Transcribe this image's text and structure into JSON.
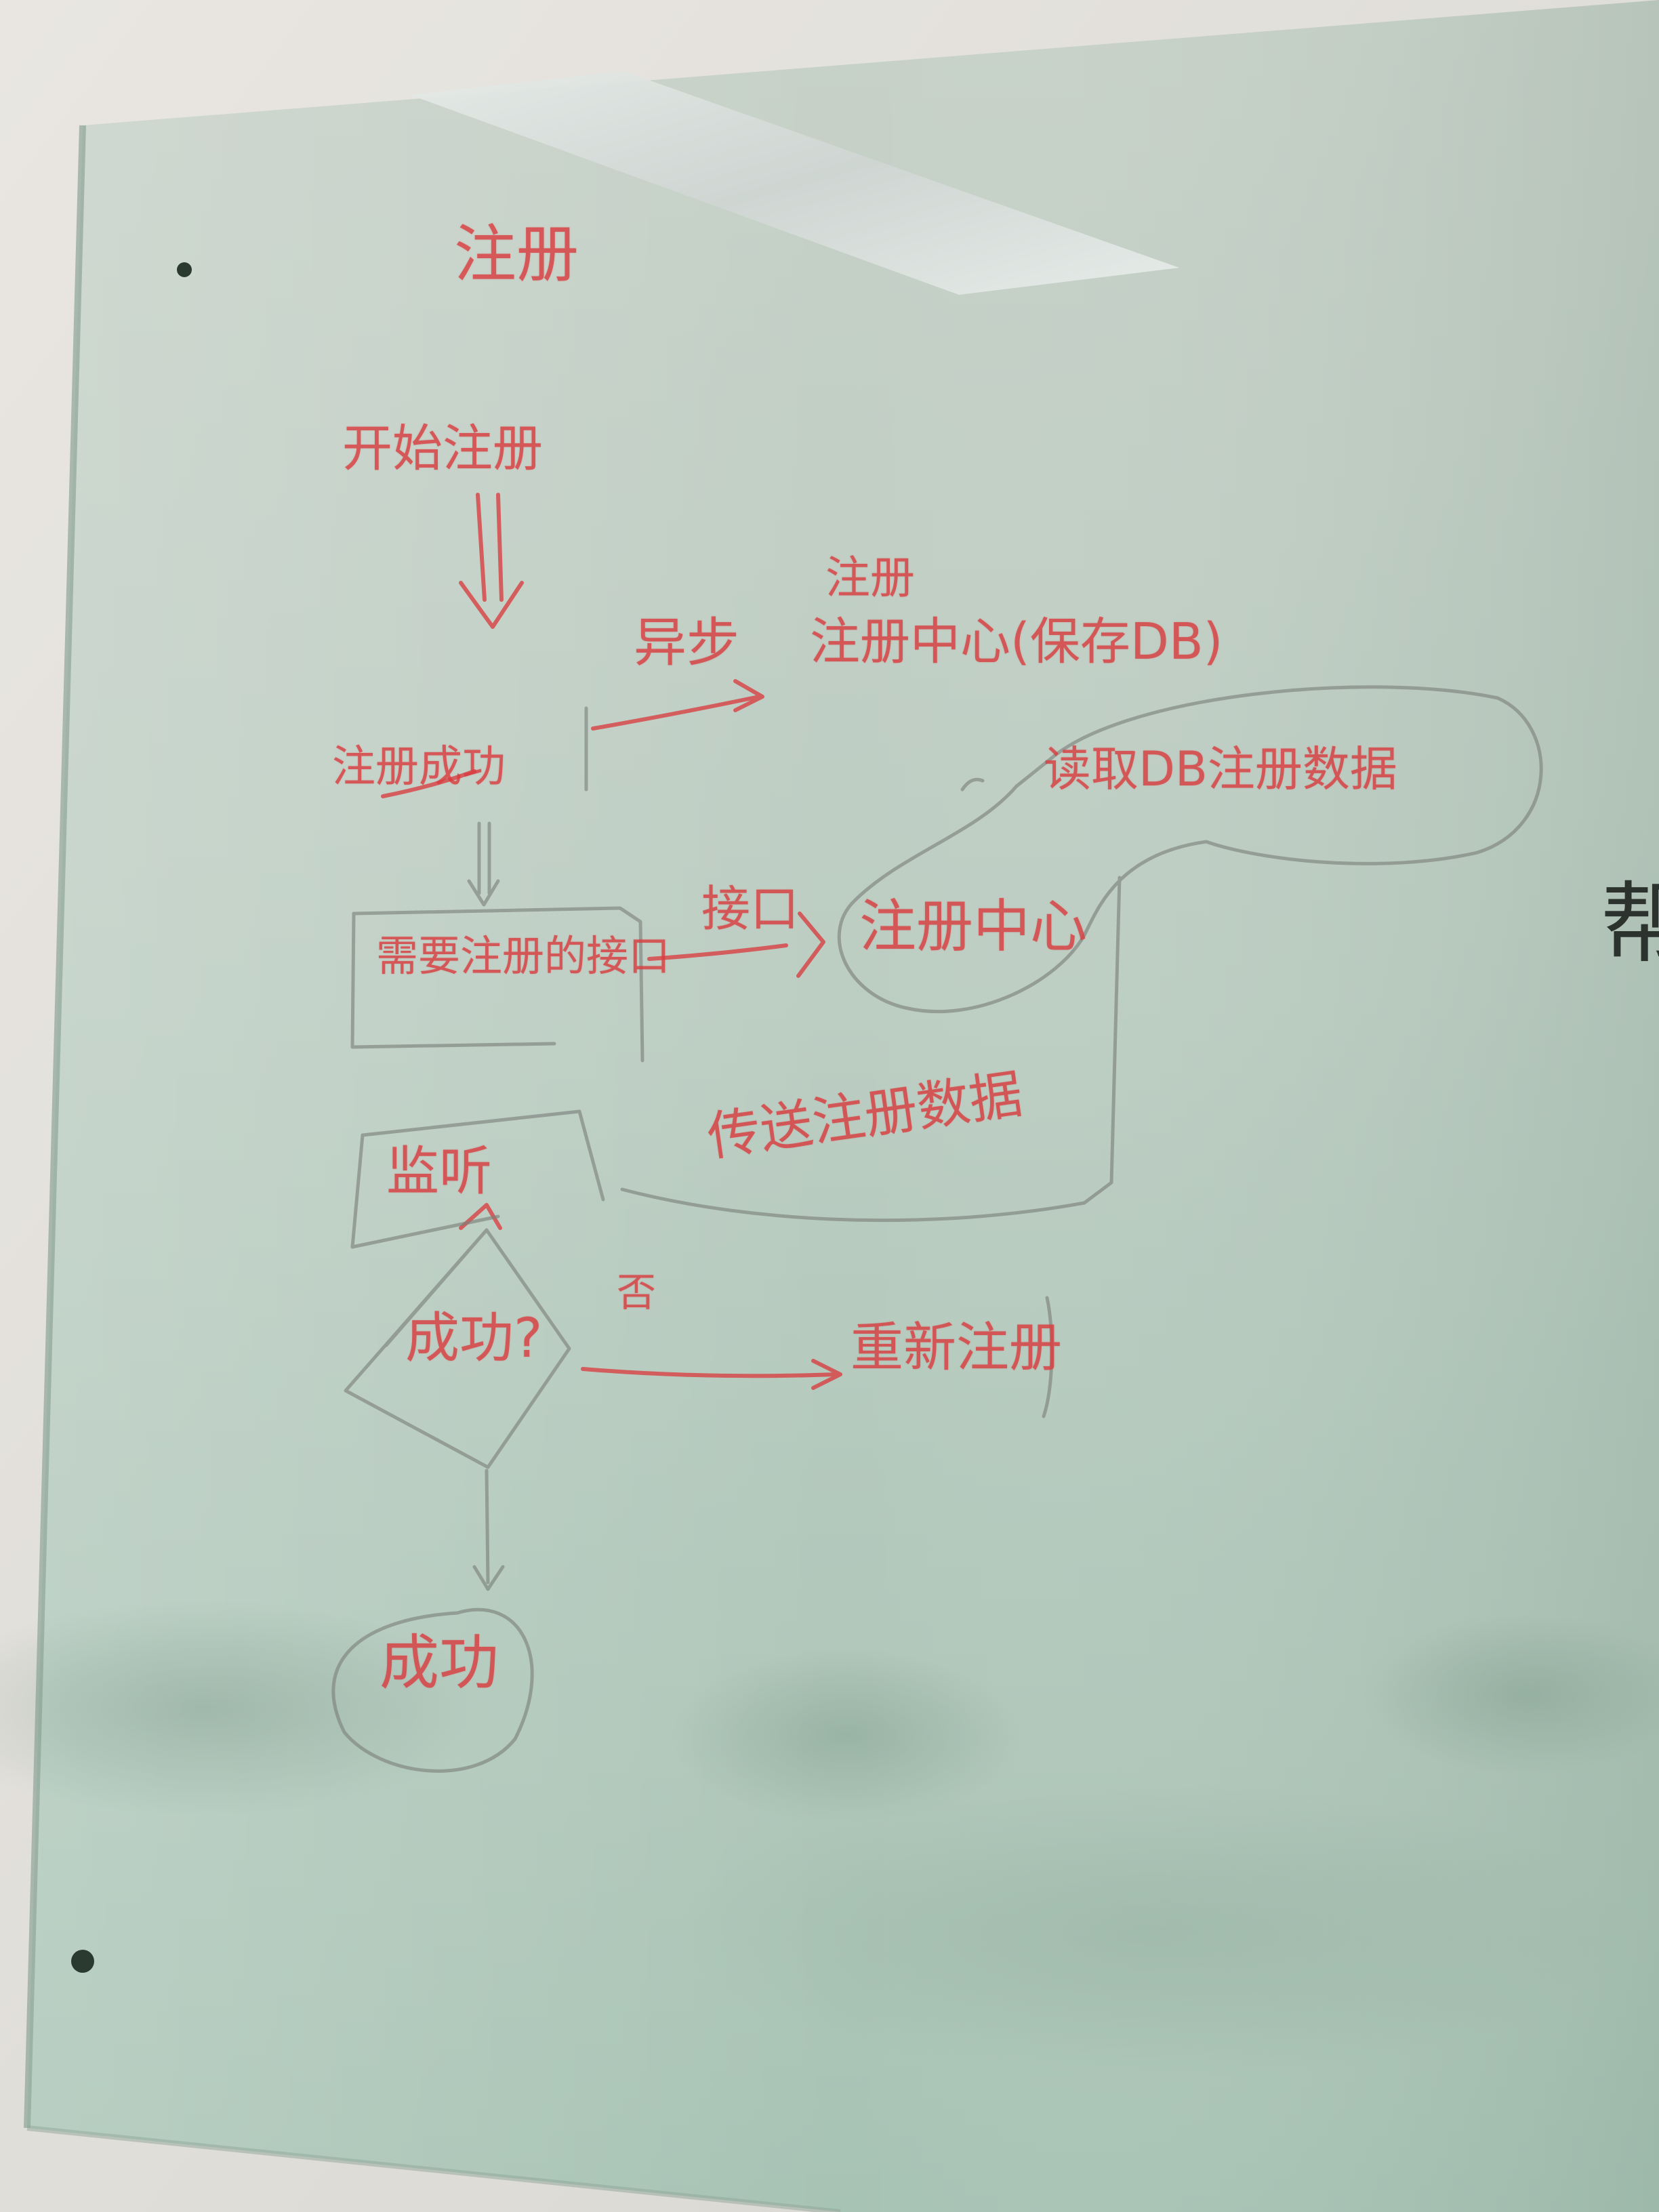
{
  "whiteboard": {
    "title": "注册",
    "steps": {
      "start": "开始注册",
      "register_success": "注册成功",
      "async_label": "异步",
      "register_center_save": "注册中心(保存DB)",
      "register_center_top_label": "注册",
      "read_db": "读取DB注册数据",
      "request_interface": "需要注册的接口",
      "interface_label": "接口",
      "register_center": "注册中心",
      "send_label": "传送注册数据",
      "monitor": "监听",
      "decision": "成功?",
      "no_label": "否",
      "retry": "重新注册",
      "success": "成功"
    }
  },
  "edge_text": "帮",
  "colors": {
    "marker_red": "#d93d40",
    "board_green": "#b5cbbf",
    "wall": "#e4e1dc"
  }
}
